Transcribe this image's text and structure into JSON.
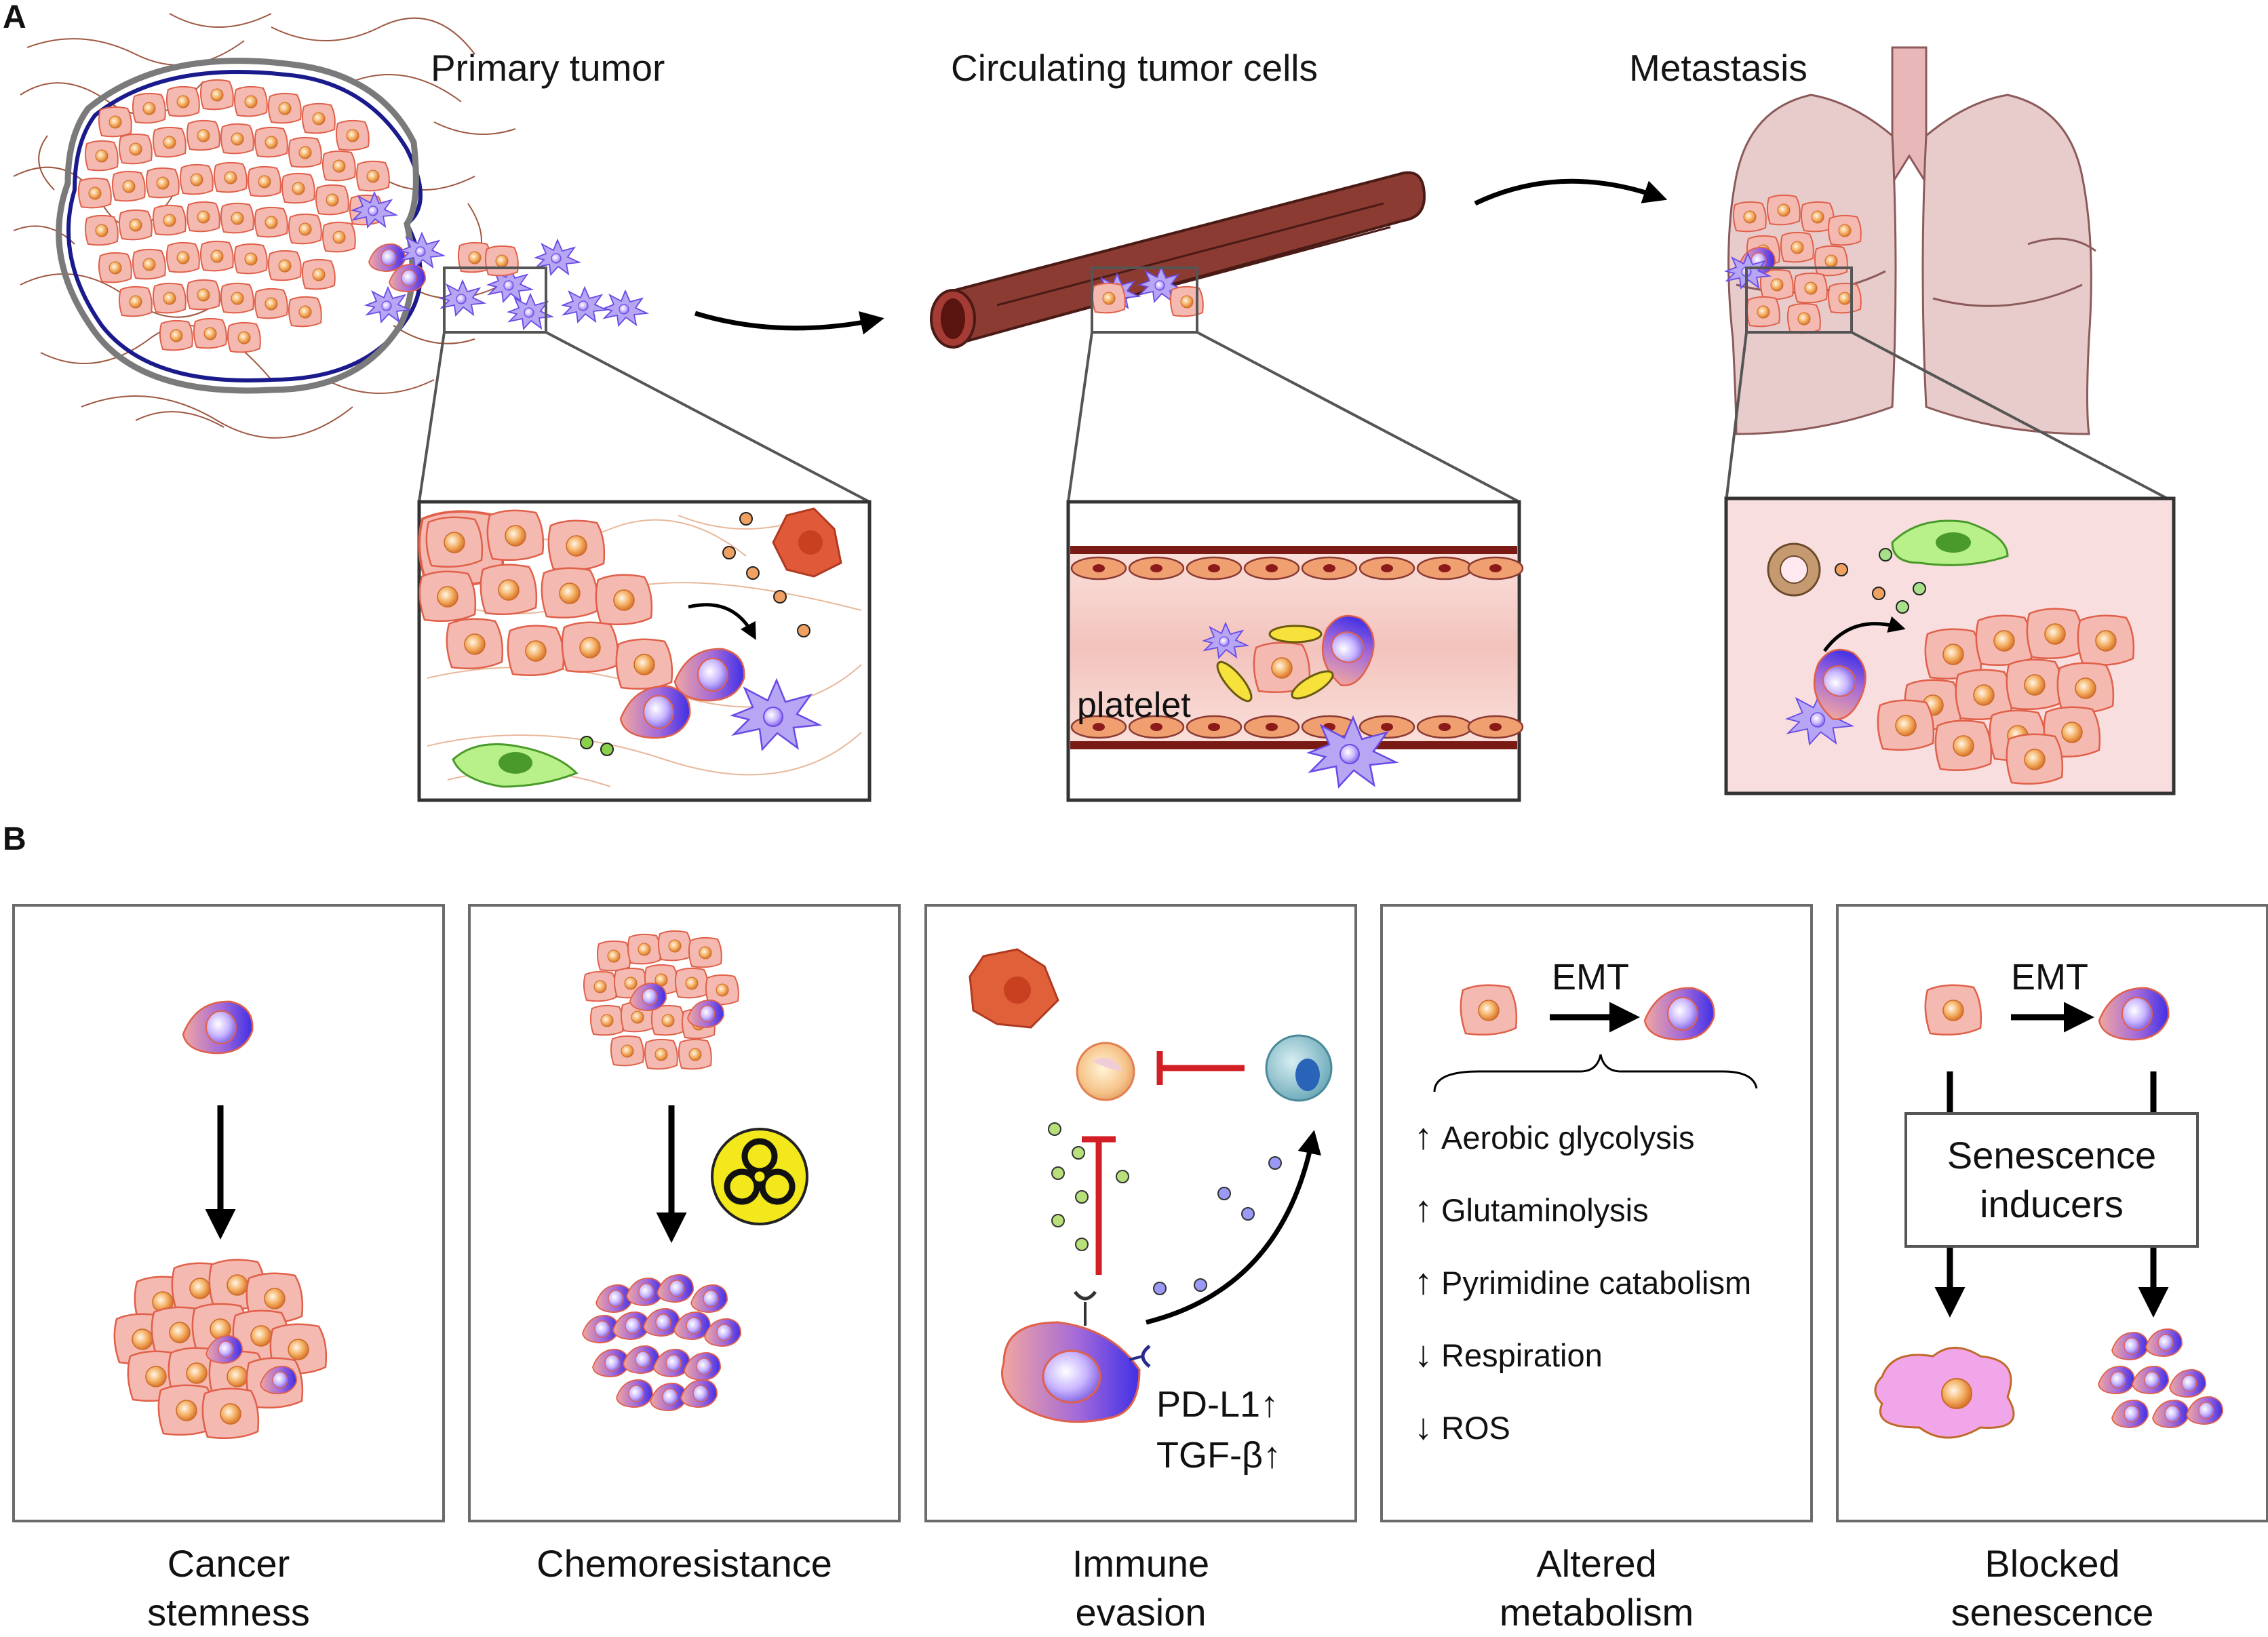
{
  "panel_a": {
    "letter": "A",
    "titles": {
      "primary": "Primary tumor",
      "circulating": "Circulating tumor cells",
      "metastasis": "Metastasis"
    },
    "platelet_label": "platelet"
  },
  "panel_b": {
    "letter": "B",
    "captions": [
      {
        "line1": "Cancer",
        "line2": "stemness"
      },
      {
        "line1": "Chemoresistance",
        "line2": ""
      },
      {
        "line1": "Immune",
        "line2": "evasion"
      },
      {
        "line1": "Altered",
        "line2": "metabolism"
      },
      {
        "line1": "Blocked",
        "line2": "senescence"
      }
    ],
    "immune": {
      "pdl1": "PD-L1",
      "tgfb": "TGF-β"
    },
    "metabolism": {
      "emt": "EMT",
      "items": [
        {
          "dir": "up",
          "text": "Aerobic glycolysis"
        },
        {
          "dir": "up",
          "text": "Glutaminolysis"
        },
        {
          "dir": "up",
          "text": "Pyrimidine catabolism"
        },
        {
          "dir": "down",
          "text": "Respiration"
        },
        {
          "dir": "down",
          "text": "ROS"
        }
      ]
    },
    "senescence": {
      "emt": "EMT",
      "inducers_line1": "Senescence",
      "inducers_line2": "inducers"
    }
  },
  "colors": {
    "cell_fill": "#f2b7ad",
    "cell_edge": "#e0604a",
    "nucleus": "#f0a050",
    "mesenchymal": "#4b3de8",
    "mesenchymal_light": "#b7a6f4",
    "vessel": "#8c3b33",
    "inhibit": "#d11f25",
    "hazard": "#f2e81b",
    "fibroblast": "#b8f08a",
    "macrophage": "#e0603a",
    "lung": "#e8c8c8"
  },
  "arrow_glyphs": {
    "up": "↑",
    "down": "↓"
  }
}
